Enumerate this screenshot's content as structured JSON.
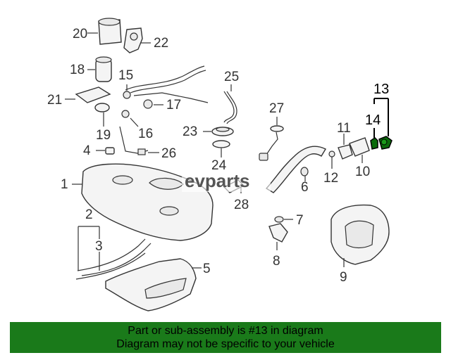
{
  "diagram": {
    "labels": {
      "l1": "1",
      "l2": "2",
      "l3": "3",
      "l4": "4",
      "l5": "5",
      "l6": "6",
      "l7": "7",
      "l8": "8",
      "l9": "9",
      "l10": "10",
      "l11": "11",
      "l12": "12",
      "l13": "13",
      "l14": "14",
      "l15": "15",
      "l16": "16",
      "l17": "17",
      "l18": "18",
      "l19": "19",
      "l20": "20",
      "l21": "21",
      "l22": "22",
      "l23": "23",
      "l24": "24",
      "l25": "25",
      "l26": "26",
      "l27": "27",
      "l28": "28"
    },
    "watermark": "evparts",
    "highlighted_part": "13"
  },
  "banner": {
    "line1": "Part or sub-assembly is #13 in diagram",
    "line2": "Diagram may not be specific to your vehicle",
    "background_color": "#1a7a1a"
  }
}
